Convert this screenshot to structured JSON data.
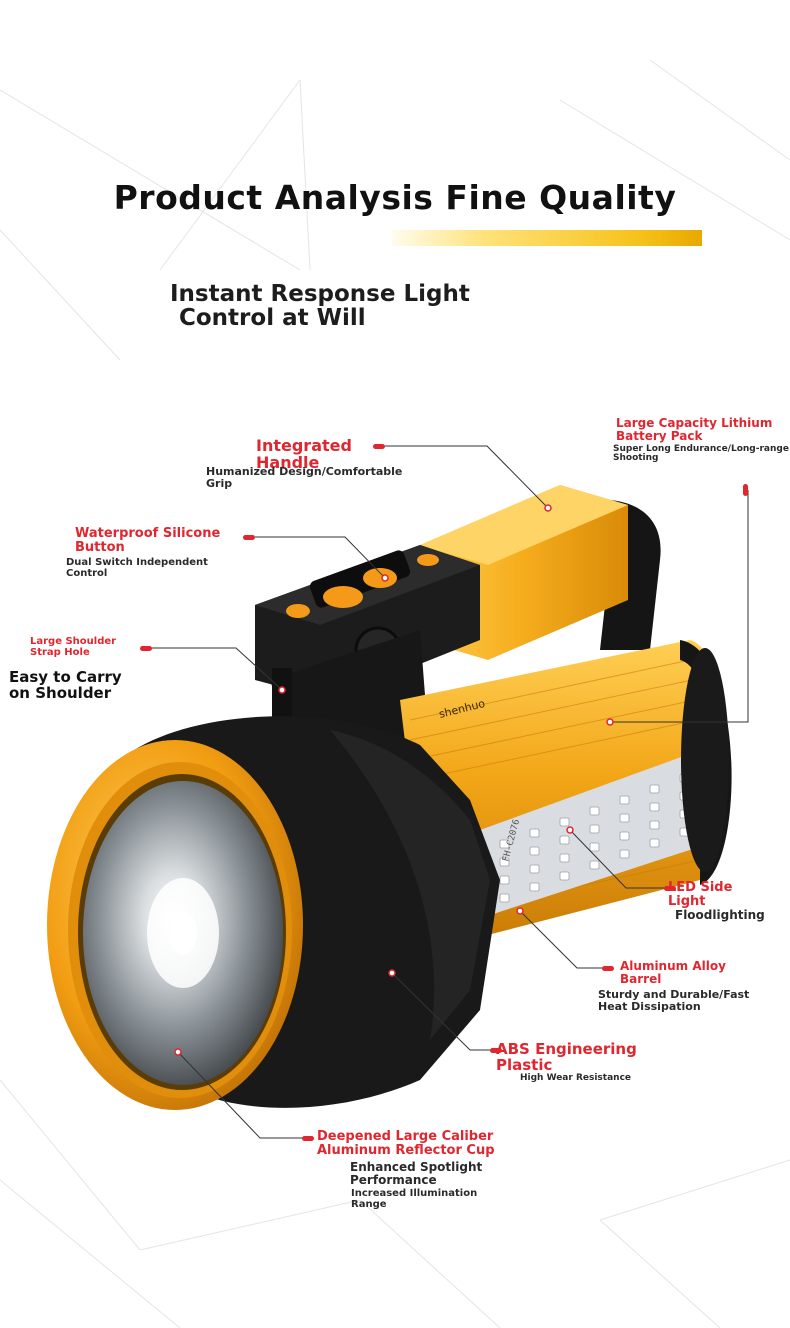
{
  "header": {
    "title": "Product Analysis Fine Quality",
    "subtitle_line1": "Instant Response Light",
    "subtitle_line2": "Control at Will"
  },
  "labels": {
    "handle_title": "Integrated\n Handle",
    "handle_desc": "Humanized Design/Comfortable\n Grip",
    "battery_title": "Large Capacity Lithium\n Battery Pack",
    "battery_desc": "Super Long Endurance/Long-range\n Shooting",
    "button_title": "Waterproof Silicone\n Button",
    "button_desc": "Dual Switch Independent\n Control",
    "strap_title": "Large Shoulder\n Strap Hole",
    "strap_desc": "Easy to Carry\n on Shoulder",
    "led_title": "LED Side\n Light",
    "led_desc": "Floodlighting",
    "barrel_title": "Aluminum Alloy\n Barrel",
    "barrel_desc": "Sturdy and Durable/Fast\n Heat Dissipation",
    "abs_title": "ABS Engineering\n Plastic",
    "abs_desc": "High Wear Resistance",
    "cup_title": "Deepened Large Caliber\n Aluminum Reflector Cup",
    "cup_desc1": "Enhanced Spotlight\n Performance",
    "cup_desc2": "Increased Illumination\n Range"
  },
  "product_text": {
    "brand": "shenhuo",
    "model": "FH-C2076"
  },
  "colors": {
    "accent_red": "#e0262f",
    "gold": "#f2a516",
    "black_plastic": "#1b1b1b",
    "highlight_yellow": "#f6c21a"
  }
}
